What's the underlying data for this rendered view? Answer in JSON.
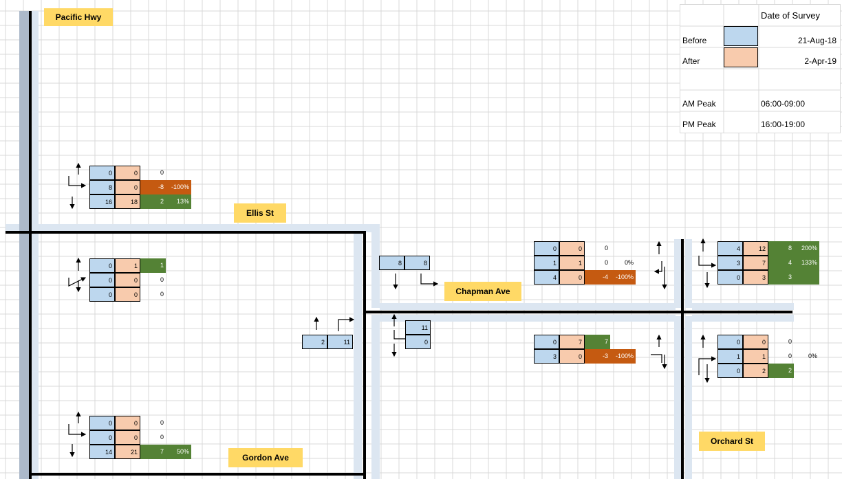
{
  "streets": {
    "pacific": "Pacific Hwy",
    "ellis": "Ellis St",
    "chapman": "Chapman Ave",
    "gordon": "Gordon Ave",
    "orchard": "Orchard St"
  },
  "legend": {
    "header": "Date of Survey",
    "before_label": "Before",
    "before_date": "21-Aug-18",
    "after_label": "After",
    "after_date": "2-Apr-19",
    "am_label": "AM Peak",
    "am_time": "06:00-09:00",
    "pm_label": "PM Peak",
    "pm_time": "16:00-19:00",
    "before_color": "#bdd7ee",
    "after_color": "#f8cbad"
  },
  "colors": {
    "increase": "#548235",
    "decrease": "#c55a11",
    "road_shoulder": "#dce6f1",
    "highway": "#acb9ca"
  },
  "counts": {
    "ellis_top": [
      {
        "before": "0",
        "after": "0",
        "diff": "0",
        "pct": ""
      },
      {
        "before": "8",
        "after": "0",
        "diff": "-8",
        "pct": "-100%"
      },
      {
        "before": "16",
        "after": "18",
        "diff": "2",
        "pct": "13%"
      }
    ],
    "pacific_mid": [
      {
        "before": "0",
        "after": "1",
        "diff": "1",
        "pct": ""
      },
      {
        "before": "0",
        "after": "0",
        "diff": "0",
        "pct": ""
      },
      {
        "before": "0",
        "after": "0",
        "diff": "0",
        "pct": ""
      }
    ],
    "gordon_left": [
      {
        "before": "0",
        "after": "0",
        "diff": "0",
        "pct": ""
      },
      {
        "before": "0",
        "after": "0",
        "diff": "0",
        "pct": ""
      },
      {
        "before": "14",
        "after": "21",
        "diff": "7",
        "pct": "50%"
      }
    ],
    "mid_left_pair": {
      "a": "2",
      "b": "11"
    },
    "chapman_left_pair": {
      "a": "8",
      "b": "8"
    },
    "chapman_south_pair": {
      "a": "11",
      "b": "0"
    },
    "chapman_right": [
      {
        "before": "0",
        "after": "0",
        "diff": "0",
        "pct": ""
      },
      {
        "before": "1",
        "after": "1",
        "diff": "0",
        "pct": "0%"
      },
      {
        "before": "4",
        "after": "0",
        "diff": "-4",
        "pct": "-100%"
      }
    ],
    "orchard_top": [
      {
        "before": "4",
        "after": "12",
        "diff": "8",
        "pct": "200%"
      },
      {
        "before": "3",
        "after": "7",
        "diff": "4",
        "pct": "133%"
      },
      {
        "before": "0",
        "after": "3",
        "diff": "3",
        "pct": ""
      }
    ],
    "orchard_mid_left": [
      {
        "before": "0",
        "after": "7",
        "diff": "7",
        "pct": ""
      },
      {
        "before": "3",
        "after": "0",
        "diff": "-3",
        "pct": "-100%"
      }
    ],
    "orchard_mid_right": [
      {
        "before": "0",
        "after": "0",
        "diff": "0",
        "pct": ""
      },
      {
        "before": "1",
        "after": "1",
        "diff": "0",
        "pct": "0%"
      },
      {
        "before": "0",
        "after": "2",
        "diff": "2",
        "pct": ""
      }
    ]
  }
}
